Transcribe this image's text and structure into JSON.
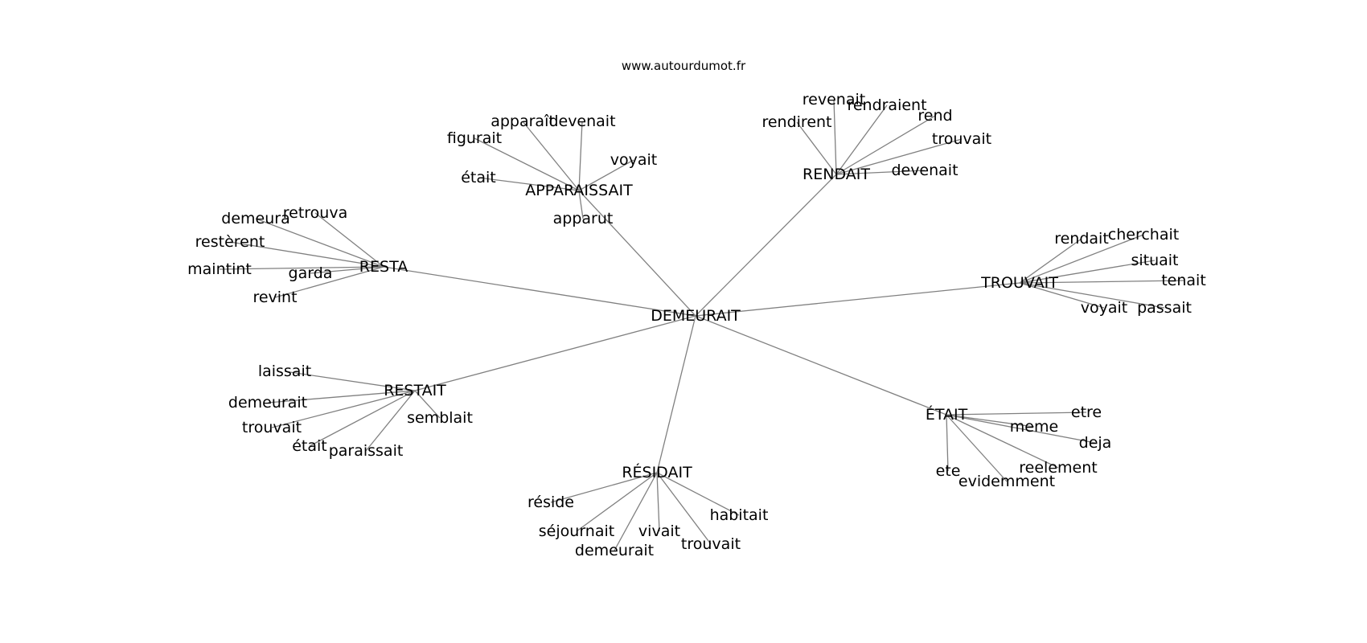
{
  "site": "www.autourdumot.fr",
  "center": "DEMEURAIT",
  "clusters": [
    {
      "hub": "APPARAISSAIT",
      "leaves": [
        "apparaît",
        "devenait",
        "figurait",
        "voyait",
        "était",
        "apparut"
      ]
    },
    {
      "hub": "RENDAIT",
      "leaves": [
        "revenait",
        "rendraient",
        "rend",
        "rendirent",
        "trouvait",
        "devenait"
      ]
    },
    {
      "hub": "RESTA",
      "leaves": [
        "retrouva",
        "demeura",
        "restèrent",
        "maintint",
        "garda",
        "revint"
      ]
    },
    {
      "hub": "TROUVAIT",
      "leaves": [
        "rendait",
        "cherchait",
        "situait",
        "tenait",
        "voyait",
        "passait"
      ]
    },
    {
      "hub": "RESTAIT",
      "leaves": [
        "laissait",
        "demeurait",
        "trouvait",
        "était",
        "paraissait",
        "semblait"
      ]
    },
    {
      "hub": "ÉTAIT",
      "leaves": [
        "etre",
        "meme",
        "deja",
        "reelement",
        "evidemment",
        "ete"
      ]
    },
    {
      "hub": "RÉSIDAIT",
      "leaves": [
        "réside",
        "séjournait",
        "demeurait",
        "vivait",
        "trouvait",
        "habitait"
      ]
    }
  ]
}
